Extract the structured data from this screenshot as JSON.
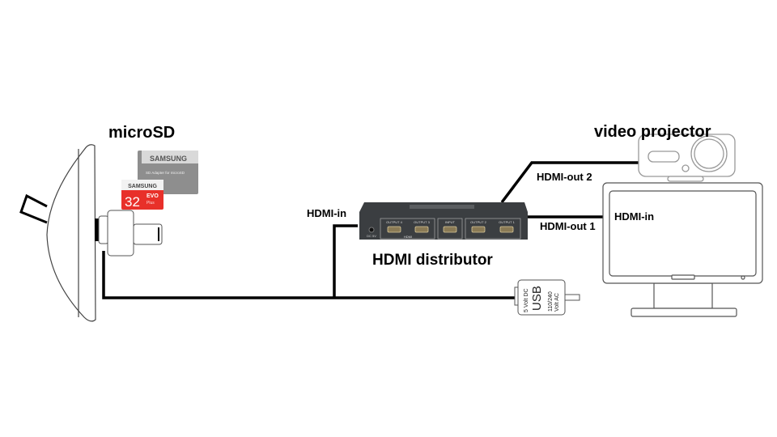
{
  "labels": {
    "microsd": "microSD",
    "video_projector": "video projector",
    "hdmi_in_distributor": "HDMI-in",
    "hdmi_out_2": "HDMI-out 2",
    "hdmi_out_1": "HDMI-out 1",
    "hdmi_in_monitor": "HDMI-in",
    "hdmi_distributor": "HDMI distributor"
  },
  "distributor_ports": {
    "dc": "DC 5V",
    "output4": "OUTPUT 4",
    "output3": "OUTPUT 3",
    "input": "INPUT",
    "output2": "OUTPUT 2",
    "output1": "OUTPUT 1",
    "hdmi": "HDMI"
  },
  "power_adapter": {
    "left": "5 Volt DC",
    "center": "USB",
    "right_1": "110/240",
    "right_2": "Volt AC"
  },
  "sd_card": {
    "adapter_brand": "SAMSUNG",
    "adapter_text": "SD Adapter for microSD",
    "card_brand": "SAMSUNG",
    "capacity": "32",
    "line": "EVO",
    "sub": "Plus"
  },
  "colors": {
    "cable": "#000000",
    "distributor": "#3b3e41",
    "card_red": "#e8302a",
    "adapter_gray": "#8c8c8c"
  }
}
